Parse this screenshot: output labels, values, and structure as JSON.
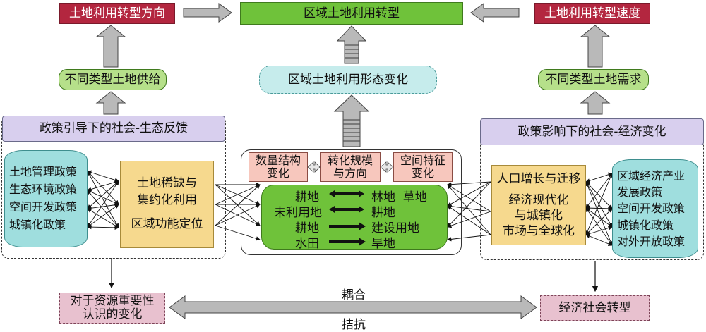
{
  "top": {
    "left": "土地利用转型方向",
    "center": "区域土地利用转型",
    "right": "土地利用转型速度"
  },
  "middle": {
    "left": "不同类型土地供给",
    "center": "区域土地利用形态变化",
    "right": "不同类型土地需求"
  },
  "left_group": {
    "header": "政策引导下的社会-生态反馈",
    "policies": [
      "土地管理政策",
      "生态环境政策",
      "空间开发政策",
      "城镇化政策"
    ],
    "factors": [
      "土地稀缺与",
      "集约化利用",
      "区域功能定位"
    ]
  },
  "right_group": {
    "header": "政策影响下的社会-经济变化",
    "factors": [
      "人口增长与迁移",
      "经济现代化",
      "与城镇化",
      "市场与全球化"
    ],
    "policies": [
      "区域经济产业",
      "发展政策",
      "空间开发政策",
      "城镇化政策",
      "对外开放政策"
    ]
  },
  "center_group": {
    "changes": [
      [
        "数量结构",
        "变化"
      ],
      [
        "转化规模",
        "与方向"
      ],
      [
        "空间特征",
        "变化"
      ]
    ],
    "transitions": [
      {
        "from": "耕地",
        "to": "林地  草地"
      },
      {
        "from": "未利用地",
        "to": "耕地"
      },
      {
        "from": "耕地",
        "to": "建设用地"
      },
      {
        "from": "水田",
        "to": "旱地"
      }
    ]
  },
  "bottom": {
    "left": [
      "对于资源重要性",
      "认识的变化"
    ],
    "right": "经济社会转型",
    "coupling": "耦合",
    "conflict": "拮抗"
  }
}
